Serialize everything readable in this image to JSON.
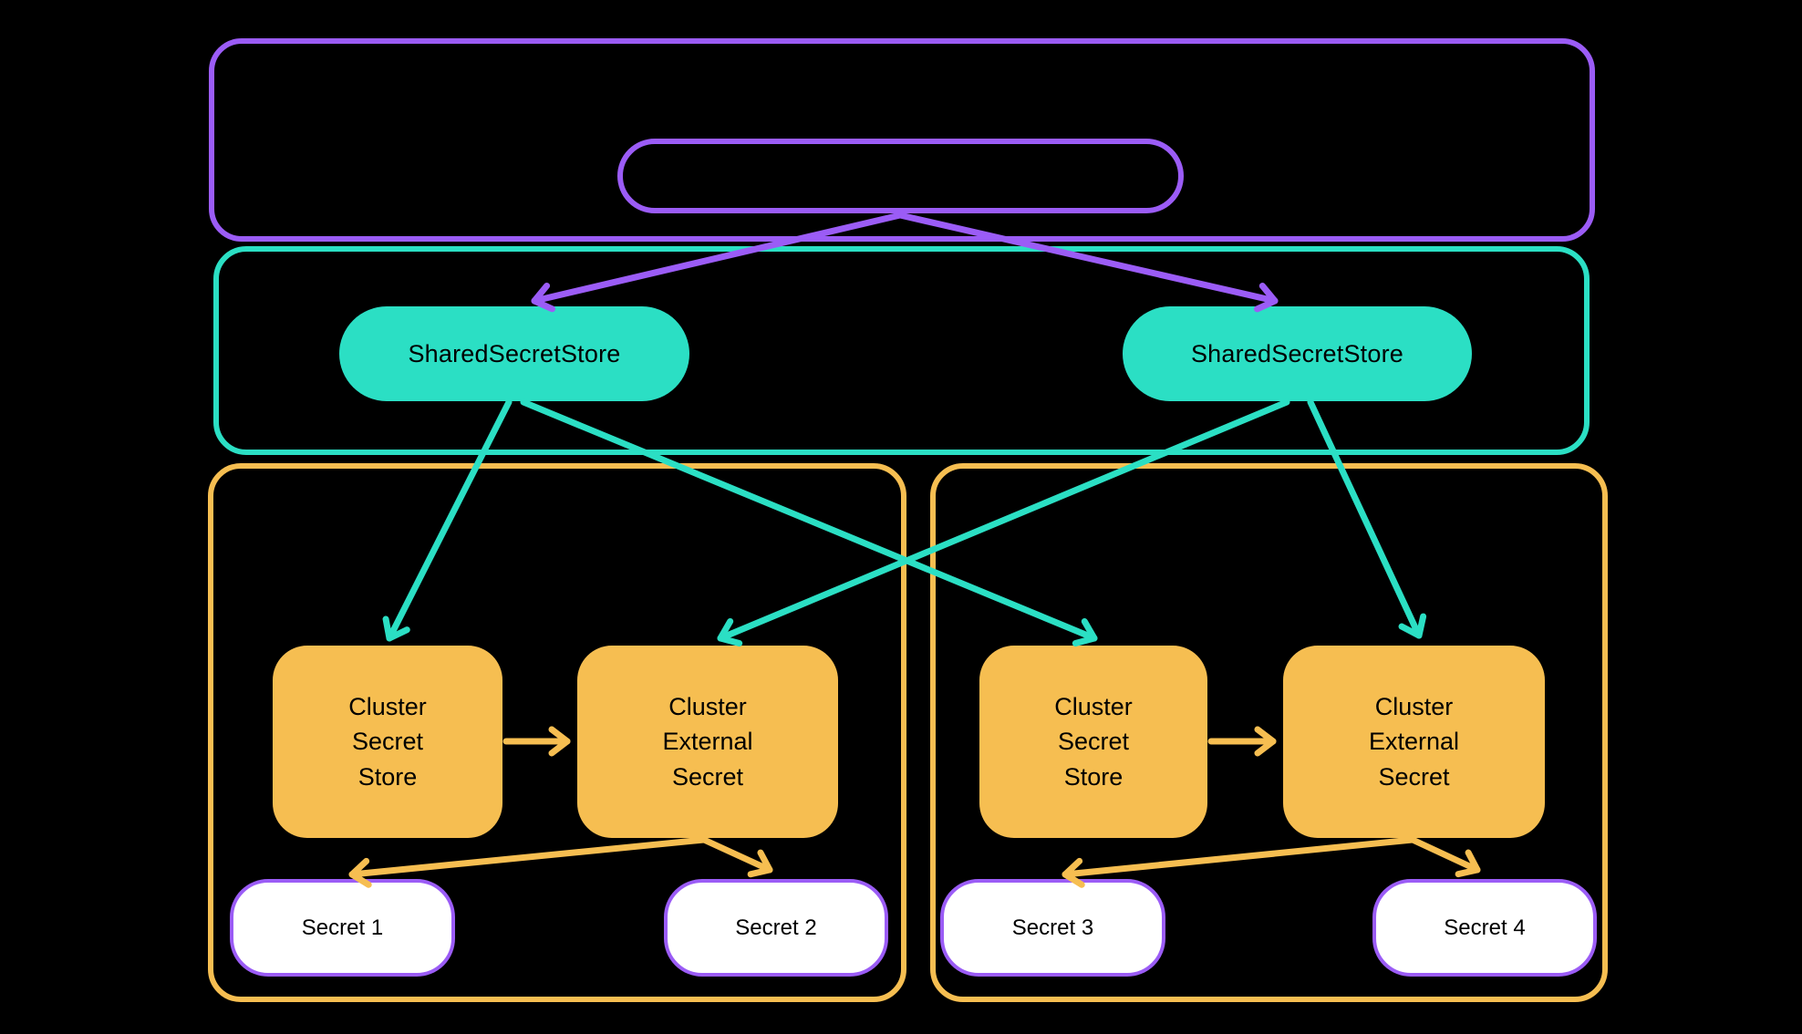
{
  "colors": {
    "purple": "#9B5CF6",
    "teal": "#2BDFC4",
    "yellow": "#F6BE51",
    "bg": "#000000",
    "node-text": "#000000",
    "white": "#FFFFFF"
  },
  "shared_stores": {
    "left_label": "SharedSecretStore",
    "right_label": "SharedSecretStore"
  },
  "clusters": {
    "left": {
      "secret_store_label": "Cluster\nSecret\nStore",
      "external_secret_label": "Cluster\nExternal\nSecret",
      "secrets": [
        "Secret 1",
        "Secret 2"
      ]
    },
    "right": {
      "secret_store_label": "Cluster\nSecret\nStore",
      "external_secret_label": "Cluster\nExternal\nSecret",
      "secrets": [
        "Secret 3",
        "Secret 4"
      ]
    }
  }
}
